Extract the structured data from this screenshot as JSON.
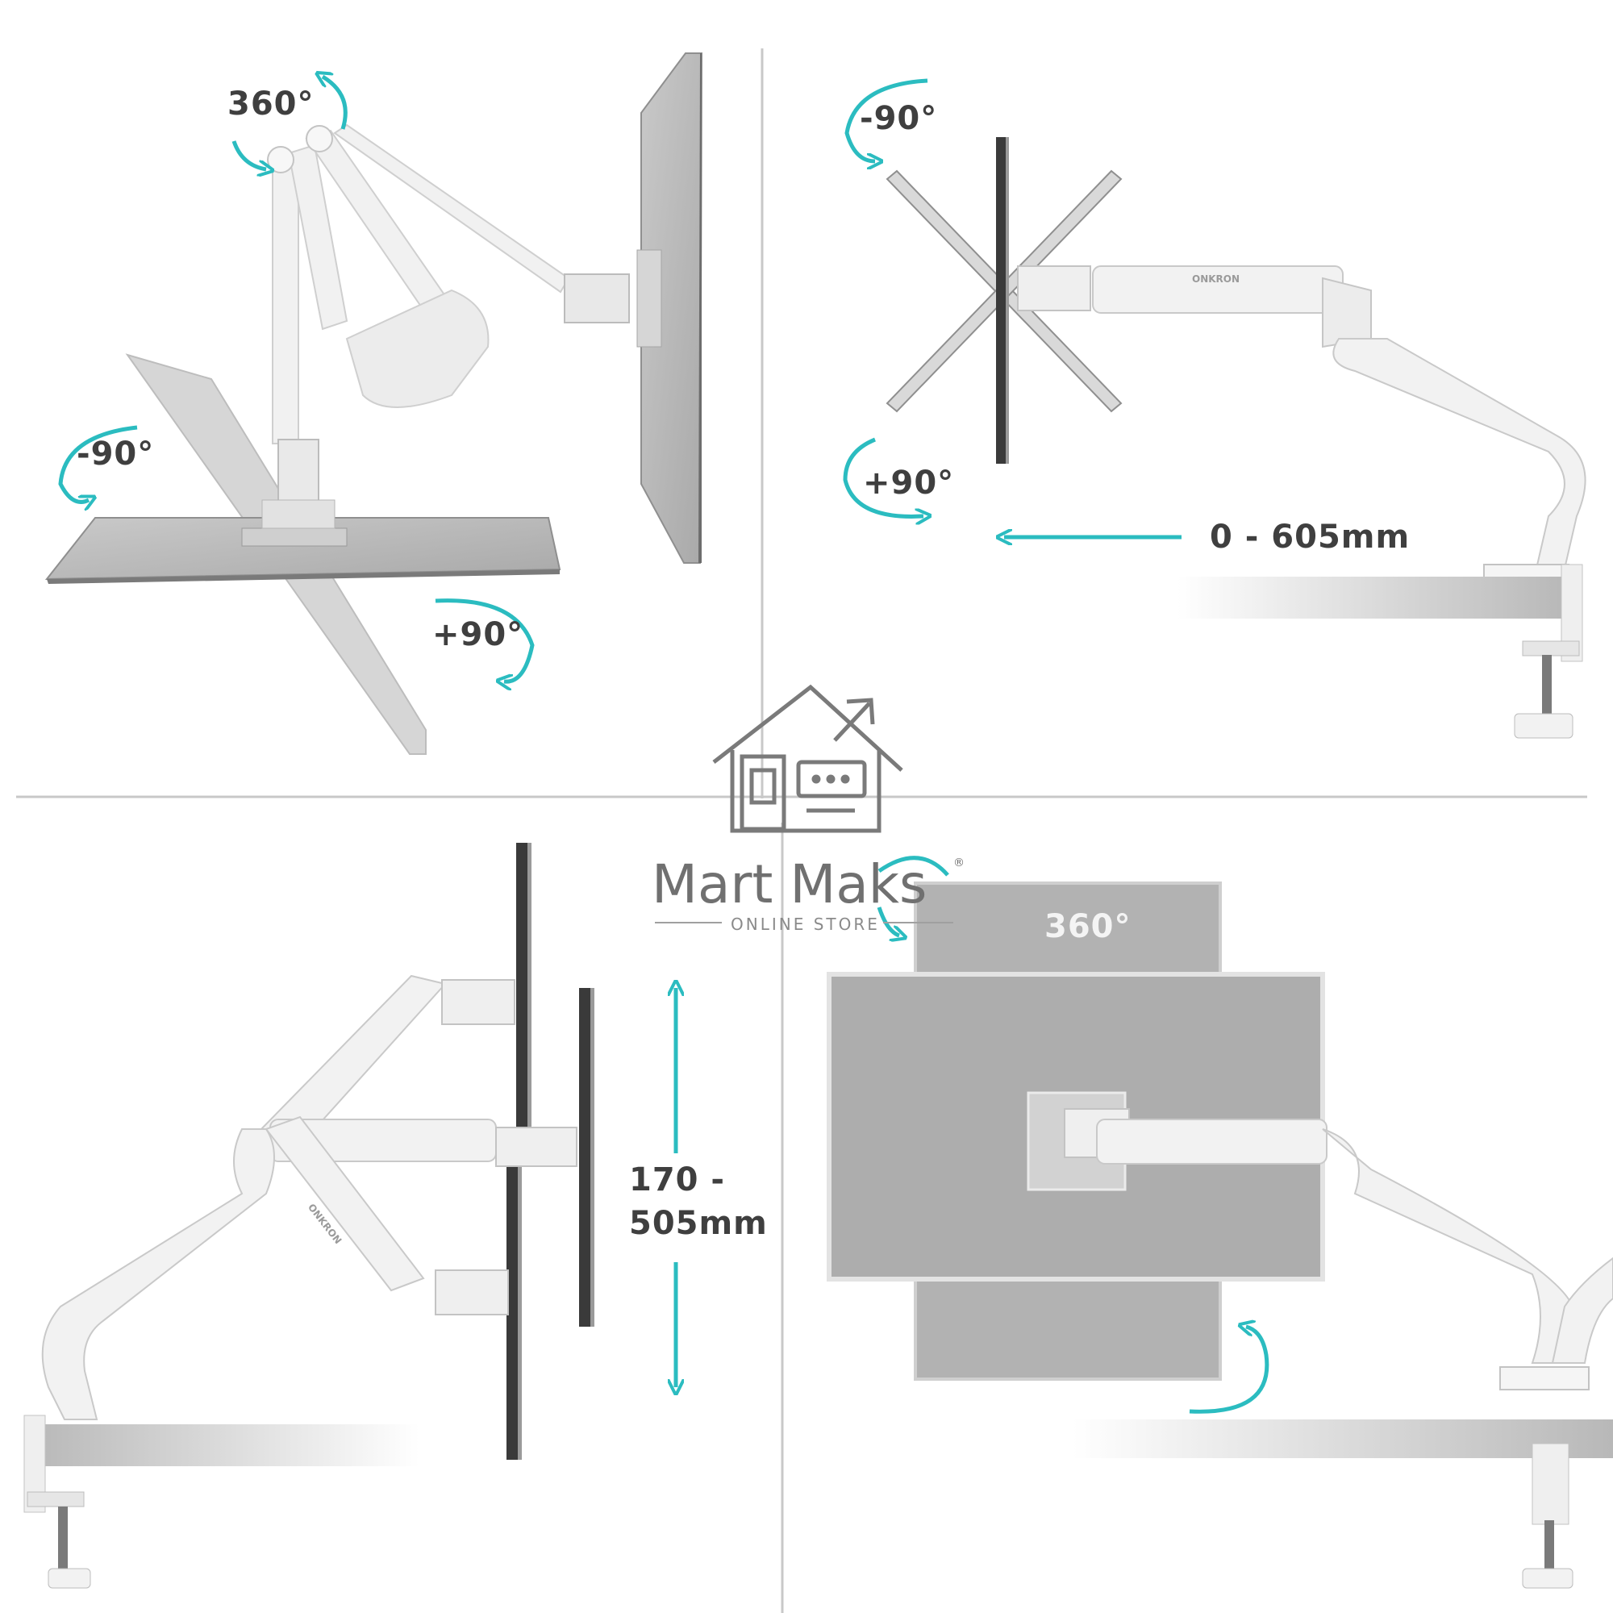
{
  "labels": {
    "q1_top_rotation": "360°",
    "q1_left_tilt": "-90°",
    "q1_right_tilt": "+90°",
    "q2_top_tilt": "-90°",
    "q2_bottom_tilt": "+90°",
    "q2_depth": "0 - 605mm",
    "q3_height_line1": "170 -",
    "q3_height_line2": "505mm",
    "q4_rotation": "360°"
  },
  "brand": {
    "arm_logo": "ONKRON",
    "watermark_name": "Mart Maks",
    "watermark_sub": "ONLINE STORE",
    "registered": "®"
  },
  "colors": {
    "accent": "#2bbcc0",
    "label": "#3f3f3f",
    "divider": "#c8c8c8",
    "screen": "#b9b9b9",
    "arm": "#f1f1f1",
    "watermark": "#707070"
  }
}
